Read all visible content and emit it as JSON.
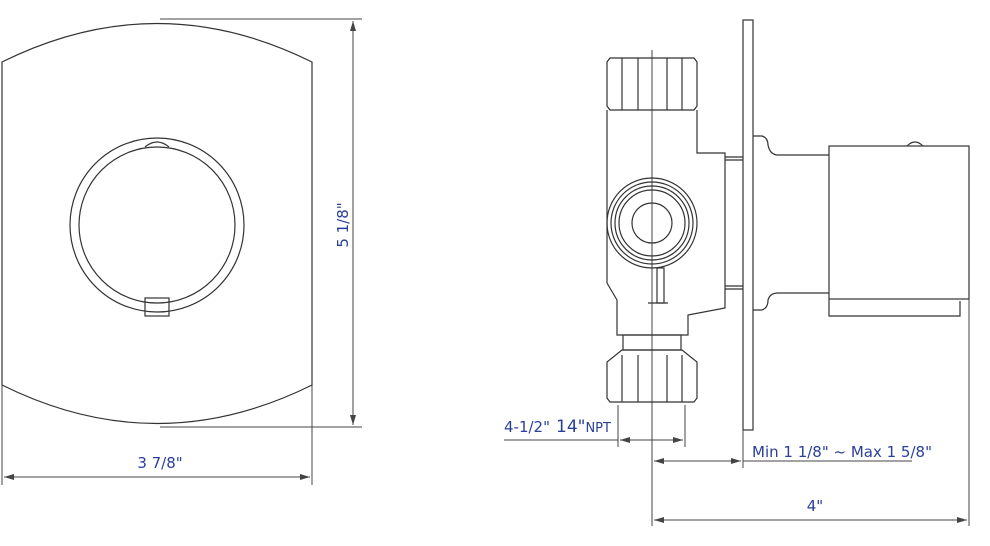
{
  "labels": {
    "height": "5 1/8\"",
    "width": "3 7/8\"",
    "inlet_size": "4-1/2\"",
    "inlet_thread": "14\"",
    "inlet_thread_suffix": "NPT",
    "wall_depth": "Min 1 1/8\" ~ Max 1 5/8\"",
    "total_depth": "4\""
  },
  "colors": {
    "line": "#333333",
    "label": "#2a3f9a"
  }
}
